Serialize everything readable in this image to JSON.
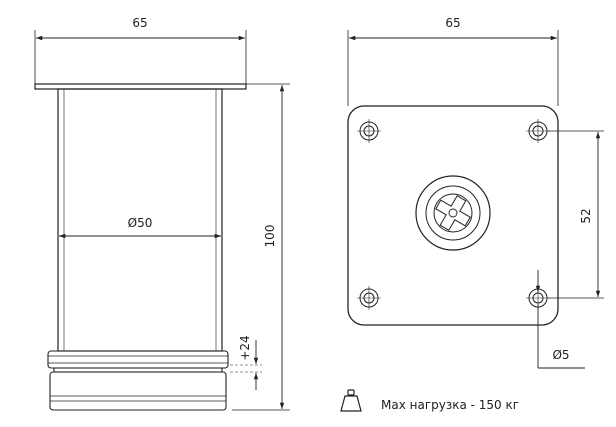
{
  "side_view": {
    "width_label": "65",
    "diameter_label": "Ø50",
    "height_label": "100",
    "adjust_label": "+24"
  },
  "top_view": {
    "width_label": "65",
    "hole_spacing_label": "52",
    "hole_diameter_label": "Ø5"
  },
  "load": {
    "icon": "weight-icon",
    "text": "Max нагрузка - 150 кг"
  },
  "colors": {
    "line": "#222222",
    "background": "#ffffff"
  }
}
